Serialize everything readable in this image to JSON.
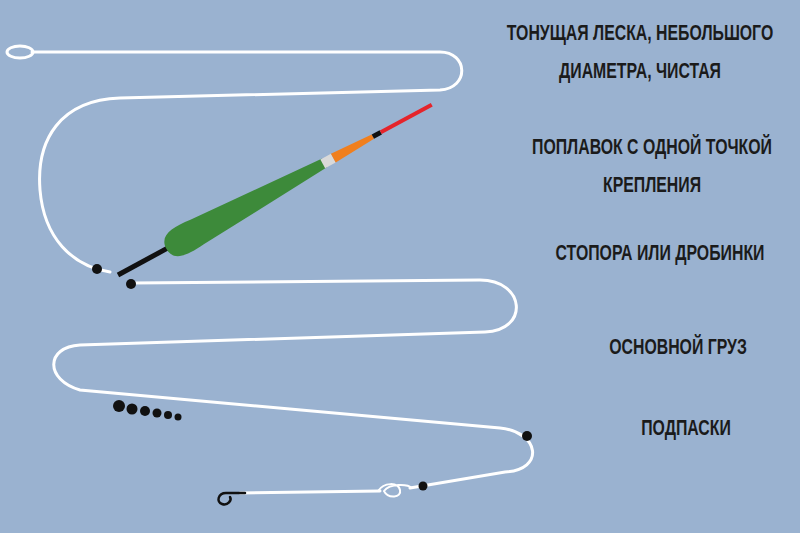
{
  "diagram": {
    "labels": [
      "ТОНУЩАЯ ЛЕСКА, НЕБОЛЬШОГО ДИАМЕТРА, ЧИСТАЯ",
      "ПОПЛАВОК С ОДНОЙ ТОЧКОЙ КРЕПЛЕНИЯ",
      "СТОПОРА ИЛИ ДРОБИНКИ",
      "ОСНОВНОЙ ГРУЗ",
      "ПОДПАСКИ"
    ]
  }
}
